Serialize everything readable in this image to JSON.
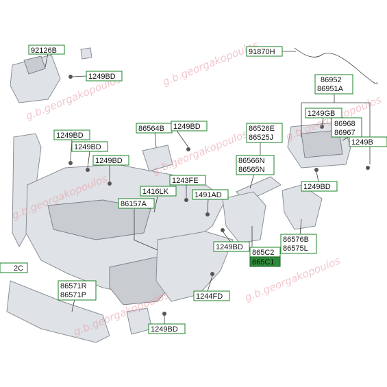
{
  "watermark": {
    "text": "g.b.georgakopoulos",
    "color": "#e89aa5"
  },
  "colors": {
    "label_border": "#2e8b3a",
    "highlight_fill": "#2e8b3a"
  },
  "labels": [
    {
      "id": "l-92126b",
      "text": "92126B"
    },
    {
      "id": "l-1249bd-a",
      "text": "1249BD"
    },
    {
      "id": "l-91870h",
      "text": "91870H"
    },
    {
      "id": "l-86952",
      "text": "86952"
    },
    {
      "id": "l-86951a",
      "text": "86951A"
    },
    {
      "id": "l-1249gb",
      "text": "1249GB"
    },
    {
      "id": "l-86968",
      "text": "86968"
    },
    {
      "id": "l-86967",
      "text": "86967"
    },
    {
      "id": "l-1249b-cut",
      "text": "1249B"
    },
    {
      "id": "l-1249bd-b",
      "text": "1249BD"
    },
    {
      "id": "l-1249bd-c",
      "text": "1249BD"
    },
    {
      "id": "l-1249bd-d",
      "text": "1249BD"
    },
    {
      "id": "l-86564b",
      "text": "86564B"
    },
    {
      "id": "l-1249bd-e",
      "text": "1249BD"
    },
    {
      "id": "l-86526e",
      "text": "86526E"
    },
    {
      "id": "l-86525j",
      "text": "86525J"
    },
    {
      "id": "l-86566n",
      "text": "86566N"
    },
    {
      "id": "l-86565n",
      "text": "86565N"
    },
    {
      "id": "l-1243fe",
      "text": "1243FE"
    },
    {
      "id": "l-1416lk",
      "text": "1416LK"
    },
    {
      "id": "l-1491ad",
      "text": "1491AD"
    },
    {
      "id": "l-86157a",
      "text": "86157A"
    },
    {
      "id": "l-1249bd-f",
      "text": "1249BD"
    },
    {
      "id": "l-86576b",
      "text": "86576B"
    },
    {
      "id": "l-86575l",
      "text": "86575L"
    },
    {
      "id": "l-1249bd-g",
      "text": "1249BD"
    },
    {
      "id": "l-865c2",
      "text": "865C2"
    },
    {
      "id": "l-865c1",
      "text": "865C1"
    },
    {
      "id": "l-2c",
      "text": "2C"
    },
    {
      "id": "l-86571r",
      "text": "86571R"
    },
    {
      "id": "l-86571p",
      "text": "86571P"
    },
    {
      "id": "l-1244fd",
      "text": "1244FD"
    },
    {
      "id": "l-1249bd-h",
      "text": "1249BD"
    }
  ]
}
